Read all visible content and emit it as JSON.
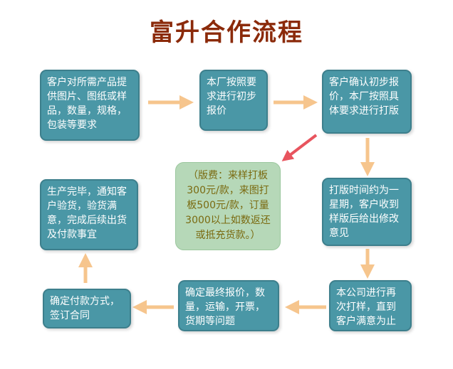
{
  "title": "富升合作流程",
  "colors": {
    "box_fill": "#4a97a6",
    "arrow": "#f6c58d",
    "red_arrow": "#e8545e",
    "note_fill": "#b6d8b8",
    "title": "#8b2a0a"
  },
  "steps": {
    "s1": "客户对所需产品提供图片、图纸或样品，数量，规格，包装等要求",
    "s2": "本厂按照要求进行初步报价",
    "s3": "客户确认初步报价，本厂按照具体要求进行打版",
    "s4": "打版时间约为一星期，客户收到样版后给出修改意见",
    "s5": "本公司进行再次打样，直到客户满意为止",
    "s6": "确定最终报价，数量，运输，开票，货期等问题",
    "s7": "确定付款方式，签订合同",
    "s8": "生产完毕，通知客户验货，验货满意，完成后续出货及付款事宜"
  },
  "note": "（版费：来样打板300元/款，来图打板500元/款，订量3000以上如数返还或抵充货款。）"
}
